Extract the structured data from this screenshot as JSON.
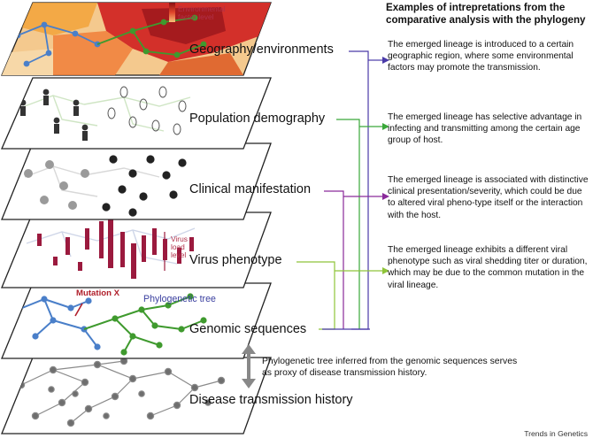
{
  "header": {
    "title": "Examples of intrepretations from the comparative analysis with the phylogeny"
  },
  "layers": [
    {
      "id": "geography",
      "label": "Geography/environments"
    },
    {
      "id": "population",
      "label": "Population demography"
    },
    {
      "id": "clinical",
      "label": "Clinical manifestation"
    },
    {
      "id": "virus",
      "label": "Virus phenotype"
    },
    {
      "id": "genomic",
      "label": "Genomic sequences"
    },
    {
      "id": "transmission",
      "label": "Disease transmission history"
    }
  ],
  "annotations": {
    "environmental_factor": "Environmental factor level",
    "virus_load": "Virus load level",
    "mutation": "Mutation X",
    "phylogenetic_tree": "Phylogenetic tree"
  },
  "examples": [
    {
      "text": "The emerged lineage is introduced to a certain geographic region, where some environmental factors may promote the transmission.",
      "arrow_color": "#4a3aa8"
    },
    {
      "text": "The emerged lineage has selective advantage in infecting and transmitting among the certain age group of host.",
      "arrow_color": "#3aa83a"
    },
    {
      "text": "The emerged lineage is associated with distinctive clinical presentation/severity, which could be due to altered viral pheno-type itself or the interaction with the host.",
      "arrow_color": "#8a2a9a"
    },
    {
      "text": "The emerged lineage exhibits a different viral phenotype such as viral shedding titer or duration, which may be due to the common mutation in the viral lineage.",
      "arrow_color": "#8fc43a"
    }
  ],
  "caption": "Phylogenetic tree inferred from the genomic sequences serves as proxy of disease transmission history.",
  "credit": "Trends in Genetics",
  "colors": {
    "blue_clade": "#4a7fc9",
    "green_clade": "#3f9a2e",
    "virus_bar": "#9b1a3e",
    "geo_red": "#d3302a",
    "geo_orange": "#f2a33a"
  }
}
